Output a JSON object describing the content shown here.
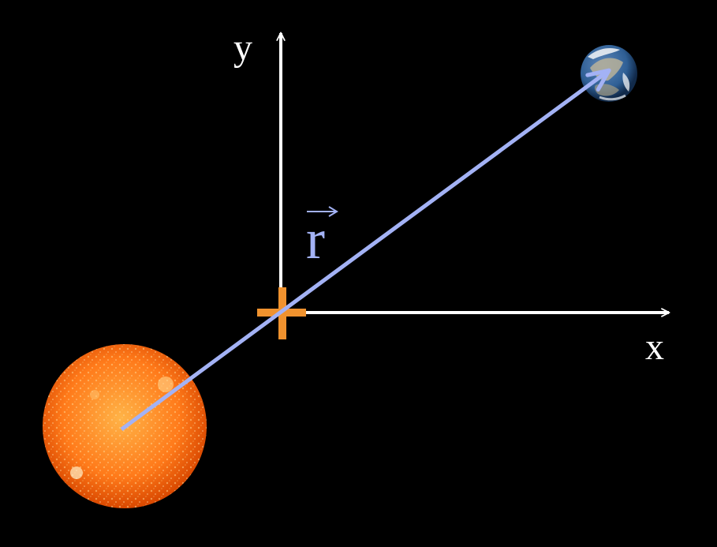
{
  "labels": {
    "x_axis": "x",
    "y_axis": "y",
    "vector": "r"
  },
  "colors": {
    "background": "#000000",
    "axes": "#ffffff",
    "vector": "#a3b2f5",
    "origin_marker": "#f0922e",
    "sun_core": "#ffb347",
    "sun_mid": "#ff7a1a",
    "sun_edge": "#d94800",
    "earth_ocean": "#2f5f95",
    "earth_land": "#b8b19a",
    "earth_cloud": "#f4f6f8"
  },
  "objects": {
    "sun": "sun",
    "earth": "earth"
  }
}
